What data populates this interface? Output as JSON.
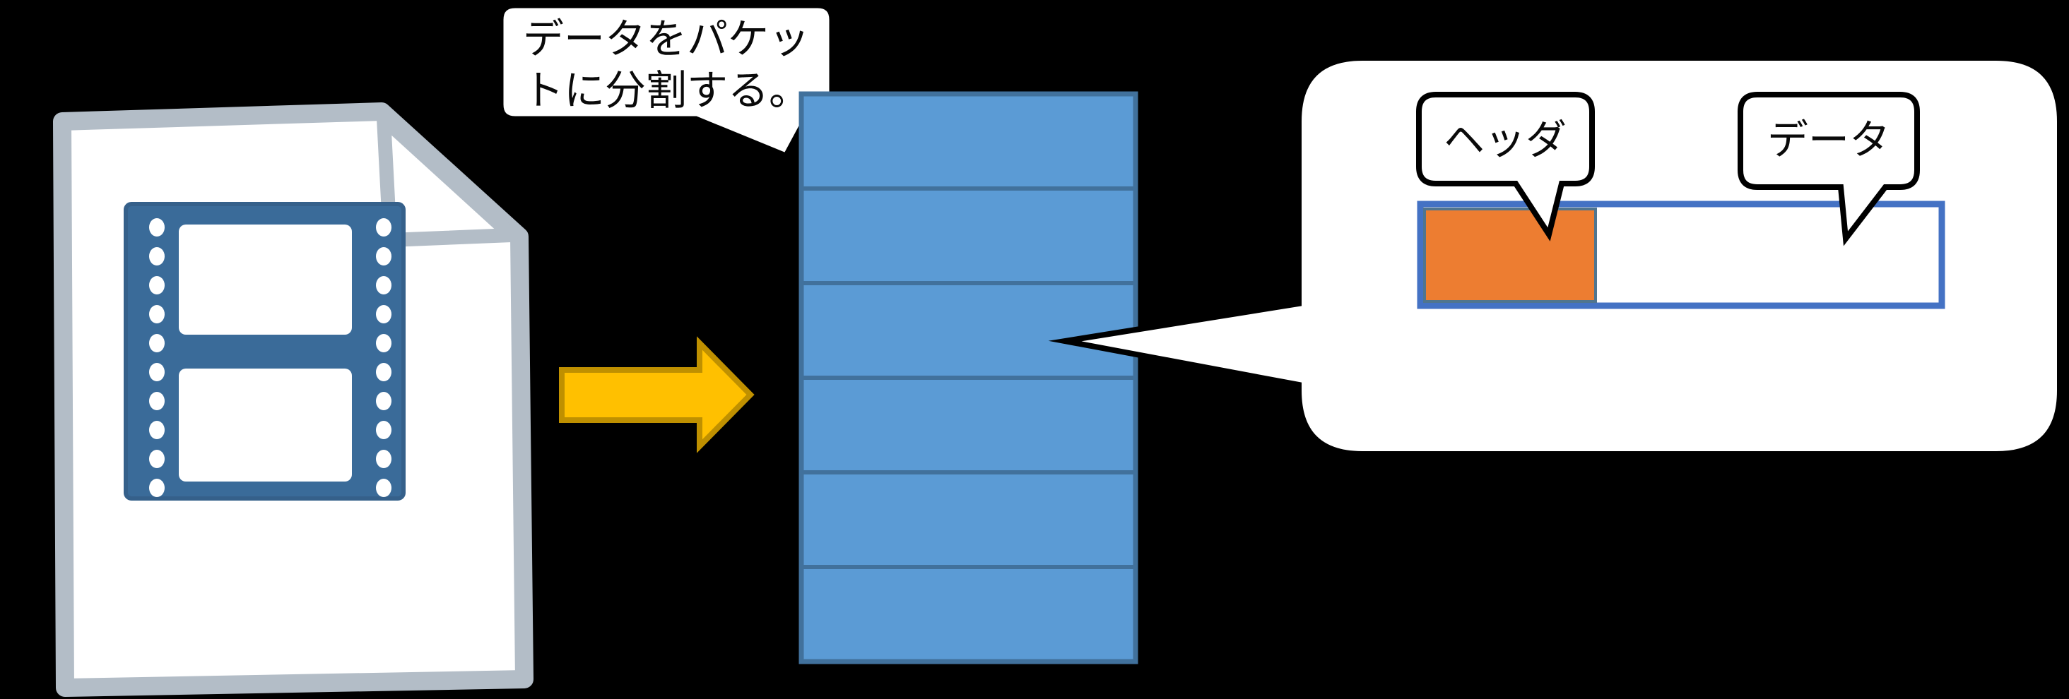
{
  "background": "#000000",
  "split_note_bubble": {
    "line1": "データをパケッ",
    "line2": "トに分割する。",
    "fill": "#FFFFFF",
    "stroke": "#000000"
  },
  "file_icon": {
    "name": "video-file-icon",
    "page_fill": "#FFFFFF",
    "page_stroke": "#B3BDC7",
    "film_fill": "#3A6B99",
    "film_stroke": "#35608A"
  },
  "arrow": {
    "fill": "#FFC000",
    "stroke": "#BF9000"
  },
  "packet_stack": {
    "segments": 6,
    "fill": "#5B9BD5",
    "stroke": "#41719C"
  },
  "detail_callout": {
    "fill": "#FFFFFF",
    "stroke": "#000000"
  },
  "packet_bar": {
    "body_fill": "#FFFFFF",
    "border": "#4472C4",
    "header_fill": "#ED7D31",
    "header_stroke": "#50758F"
  },
  "header_bubble": {
    "label": "ヘッダ",
    "fill": "#FFFFFF",
    "stroke": "#000000"
  },
  "data_bubble": {
    "label": "データ",
    "fill": "#FFFFFF",
    "stroke": "#000000"
  }
}
